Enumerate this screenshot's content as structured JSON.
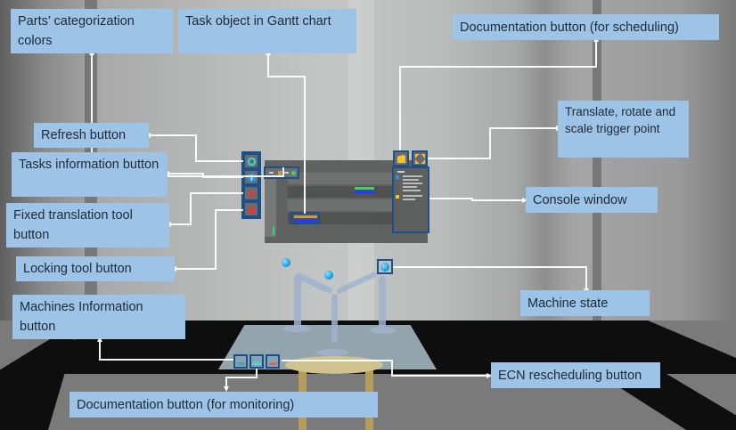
{
  "callouts": {
    "parts_colors": "Parts’ categorization colors",
    "task_object": "Task object in Gantt chart",
    "doc_scheduling": "Documentation button (for scheduling)",
    "trs_trigger": "Translate, rotate and scale trigger point",
    "refresh": "Refresh button",
    "tasks_info": "Tasks information button",
    "fixed_translation": "Fixed translation tool button",
    "console": "Console window",
    "locking": "Locking tool button",
    "machines_info": "Machines Information button",
    "machine_state": "Machine state",
    "ecn": "ECN rescheduling button",
    "doc_monitoring": "Documentation button (for monitoring)"
  },
  "colors": {
    "callout_bg": "#9dc3e6",
    "frame_blue": "#1d4f8a",
    "refresh_icon": "#39d4d4",
    "info_icon": "#2f8fe8",
    "translation_icon": "#e03a3a",
    "lock_icon": "#e03a3a",
    "doc_icon": "#f2c230",
    "trigger_icon": "#f2c230",
    "task_bar_top": "#c89a50",
    "task_bar_bottom": "#2a3fe0",
    "task2_top": "#3bd46a",
    "machine_state": "#1a9fe0"
  },
  "icons": {
    "refresh": "refresh-icon",
    "tasks_info": "info-icon",
    "fixed_translation": "translation-tool-icon",
    "locking": "lock-icon",
    "doc_scheduling": "folder-icon",
    "trs_trigger": "move-arrows-icon",
    "machines_info": "machine-info-icon",
    "doc_monitoring": "document-icon",
    "ecn": "ecn-icon"
  }
}
